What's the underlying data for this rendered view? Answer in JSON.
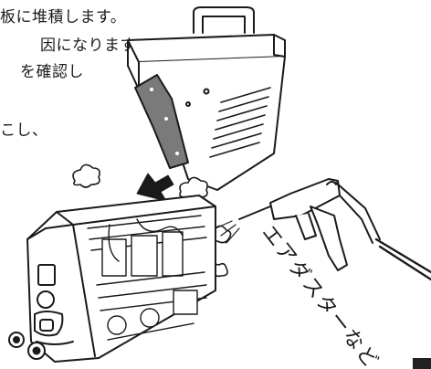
{
  "text": {
    "line1": "板に堆積します。",
    "line2": "因になります。",
    "line3": "を確認し",
    "line4": "こし、"
  },
  "illustration": {
    "label": "エアダスターなど"
  }
}
